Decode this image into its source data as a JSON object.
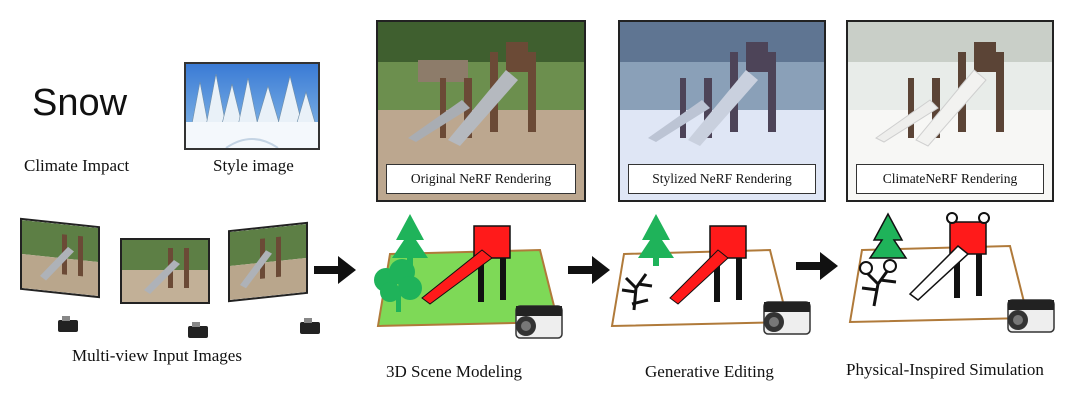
{
  "climate": "Snow",
  "labels": {
    "climate_impact": "Climate Impact",
    "style_image": "Style image",
    "multi_view": "Multi-view Input Images",
    "scene_modeling": "3D Scene Modeling",
    "generative_editing": "Generative Editing",
    "simulation": "Physical-Inspired Simulation"
  },
  "renderings": {
    "original": "Original NeRF Rendering",
    "stylized": "Stylized NeRF Rendering",
    "climate": "ClimateNeRF Rendering"
  },
  "colors": {
    "grass": "#7ed957",
    "slide": "#ff1a1a",
    "tree": "#1fb35a",
    "frame": "#b07a3a"
  }
}
